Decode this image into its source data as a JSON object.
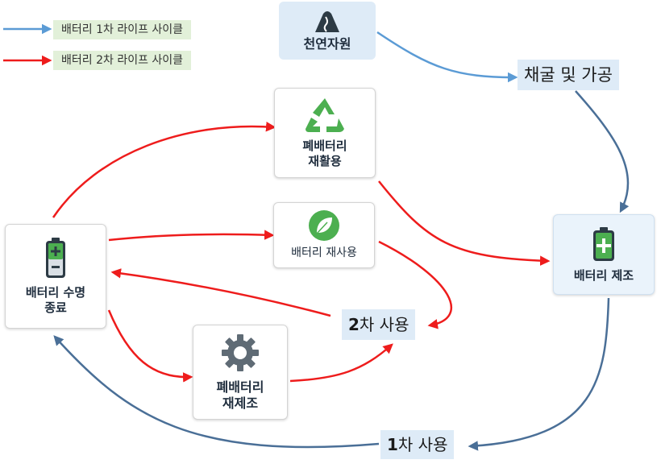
{
  "legend": [
    {
      "label": "배터리 1차 라이프 사이클",
      "color": "#5b9bd5"
    },
    {
      "label": "배터리 2차 라이프 사이클",
      "color": "#ee1c1c"
    }
  ],
  "nodes": {
    "natural_resources": {
      "label": "천연자원",
      "icon": "mountain-icon"
    },
    "recycling": {
      "label": "폐배터리\n재활용",
      "icon": "recycle-icon"
    },
    "reuse": {
      "label": "배터리 재사용",
      "icon": "leaf-icon"
    },
    "manufacturing": {
      "label": "배터리 제조",
      "icon": "battery-plus-icon"
    },
    "end_of_life": {
      "label": "배터리 수명\n종료",
      "icon": "battery-plus-minus-icon"
    },
    "remanufacturing": {
      "label": "폐배터리\n재제조",
      "icon": "gear-icon"
    }
  },
  "labels": {
    "mining": "채굴 및 가공",
    "second_use_num": "2",
    "second_use_text": "차 사용",
    "first_use_num": "1",
    "first_use_text": "차 사용"
  },
  "colors": {
    "first_cycle_arrow": "#5b9bd5",
    "first_cycle_arrow_dark": "#4a6f97",
    "second_cycle_arrow": "#ee1c1c",
    "recycle_green": "#4caf50",
    "label_bg": "#deebf7"
  }
}
